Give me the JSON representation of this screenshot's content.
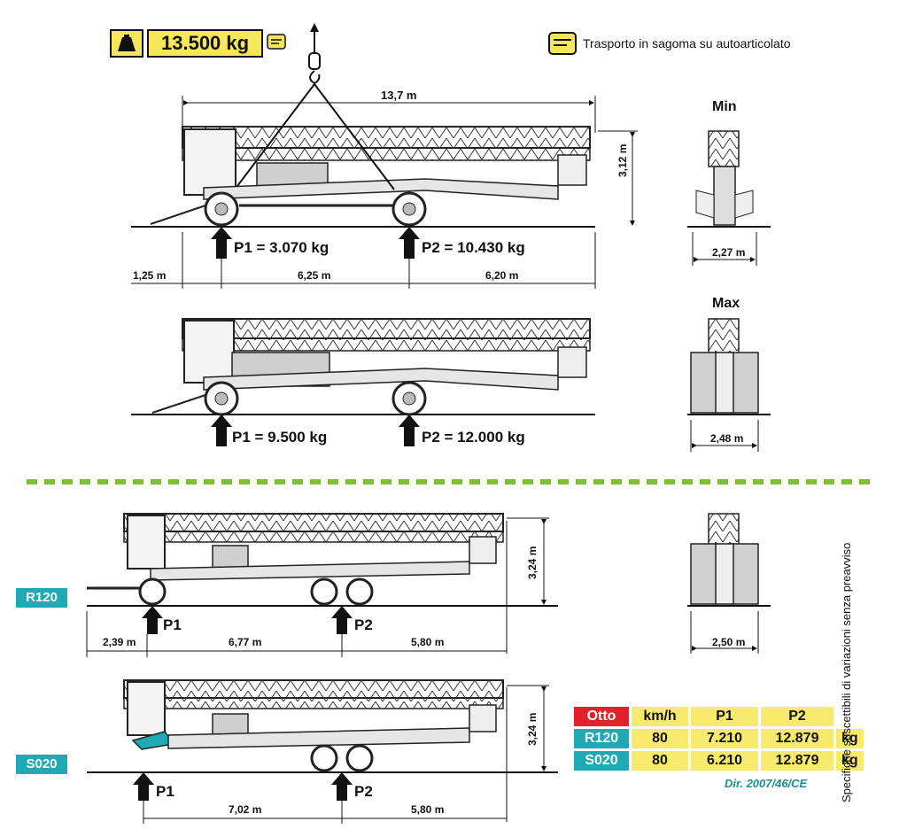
{
  "header": {
    "weight": "13.500 kg",
    "transport_note": "Trasporto in sagoma su autoarticolato"
  },
  "config_min": {
    "label": "Min",
    "overall_length": "13,7 m",
    "height": "3,12 m",
    "p1": "P1 = 3.070 kg",
    "p2": "P2 = 10.430 kg",
    "dim_front": "1,25 m",
    "dim_axles": "6,25 m",
    "dim_rear": "6,20 m",
    "width": "2,27 m"
  },
  "config_max": {
    "label": "Max",
    "p1": "P1 = 9.500 kg",
    "p2": "P2 = 12.000 kg",
    "width": "2,48 m"
  },
  "r120": {
    "tag": "R120",
    "height": "3,24 m",
    "p1": "P1",
    "p2": "P2",
    "dim_front": "2,39 m",
    "dim_axles": "6,77 m",
    "dim_rear": "5,80 m",
    "width": "2,50 m"
  },
  "s020": {
    "tag": "S020",
    "height": "3,24 m",
    "p1": "P1",
    "p2": "P2",
    "dim_axles": "7,02 m",
    "dim_rear": "5,80 m"
  },
  "spec_table": {
    "headers": [
      "Otto",
      "km/h",
      "P1",
      "P2"
    ],
    "rows": [
      {
        "model": "R120",
        "speed": "80",
        "p1": "7.210",
        "p2": "12.879",
        "unit": "kg"
      },
      {
        "model": "S020",
        "speed": "80",
        "p1": "6.210",
        "p2": "12.879",
        "unit": "kg"
      }
    ],
    "directive": "Dir. 2007/46/CE"
  },
  "side_note": "Specifiche suscettibili di variazioni senza preavviso",
  "colors": {
    "yellow": "#f6e65a",
    "teal": "#1ea9b5",
    "red": "#e1222a",
    "green_dash": "#7dbf3a"
  },
  "icons": [
    "weight-icon",
    "pointing-hand-icon",
    "lift-hook-icon",
    "load-arrow-icon"
  ]
}
